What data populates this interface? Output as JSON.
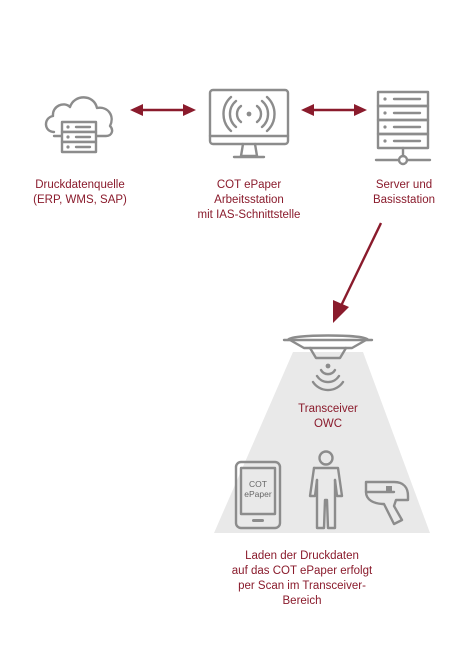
{
  "nodes": {
    "source": {
      "line1": "Druckdatenquelle",
      "line2": "(ERP, WMS, SAP)",
      "icon": "cloud-server-icon"
    },
    "workstation": {
      "line1": "COT ePaper",
      "line2": "Arbeitsstation",
      "line3": "mit IAS-Schnittstelle",
      "icon": "monitor-wireless-icon"
    },
    "server": {
      "line1": "Server und",
      "line2": "Basisstation",
      "icon": "server-rack-icon"
    },
    "transceiver": {
      "line1": "Transceiver",
      "line2": "OWC",
      "icon": "ceiling-transceiver-icon"
    }
  },
  "devices": {
    "tablet_line1": "COT",
    "tablet_line2": "ePaper",
    "tablet_icon": "epaper-tablet-icon",
    "person_icon": "person-icon",
    "scanner_icon": "barcode-scanner-icon"
  },
  "caption": {
    "line1": "Laden der Druckdaten",
    "line2": "auf das COT ePaper erfolgt",
    "line3": "per Scan im  Transceiver-",
    "line4": "Bereich"
  },
  "colors": {
    "accent": "#8a1b2c",
    "icon_stroke": "#8c8c8c",
    "beam": "#e8e8e8"
  }
}
